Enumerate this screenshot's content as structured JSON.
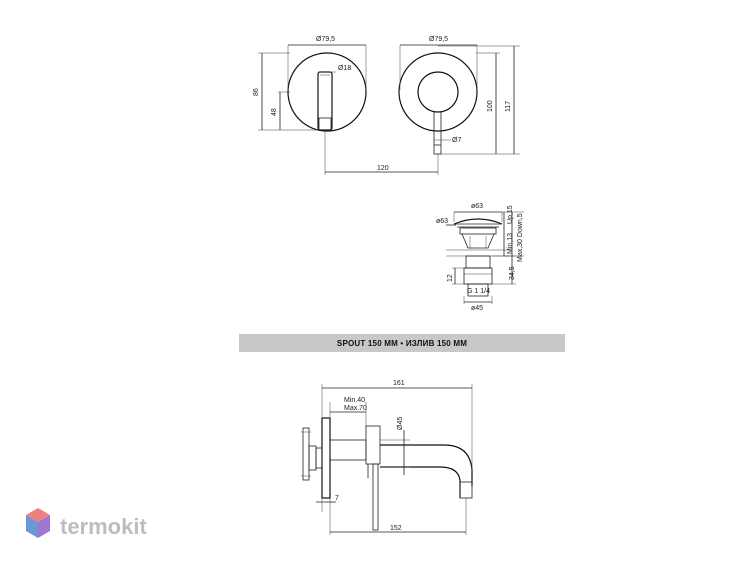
{
  "top_view": {
    "left_plate": {
      "d_plate": "Ø79,5",
      "d_handle": "Ø18",
      "h_total": "86",
      "h_axis": "48"
    },
    "right_plate": {
      "d_plate": "Ø79,5",
      "d_stem": "Ø7",
      "h_inner": "100",
      "h_total": "117"
    },
    "spacing": "120"
  },
  "drain": {
    "d_top": "ø63",
    "d_side": "ø63",
    "updown": "Up,15",
    "min": "Min,13",
    "max_down": "Max,30 Down,5",
    "h": "34,5",
    "h2": "12",
    "thread": "G 1 1/4",
    "d_bottom": "ø45"
  },
  "banner": {
    "text": "SPOUT 150 MM • ИЗЛИВ 150 MM"
  },
  "side_view": {
    "total": "161",
    "min": "Min.40",
    "max": "Max.70",
    "d_spout": "Ø45",
    "plate_t": "7",
    "reach": "152"
  },
  "logo": {
    "text": "termokit",
    "color_top": "#f07070",
    "color_mid": "#5b8fd0",
    "color_side": "#a66cd0"
  }
}
